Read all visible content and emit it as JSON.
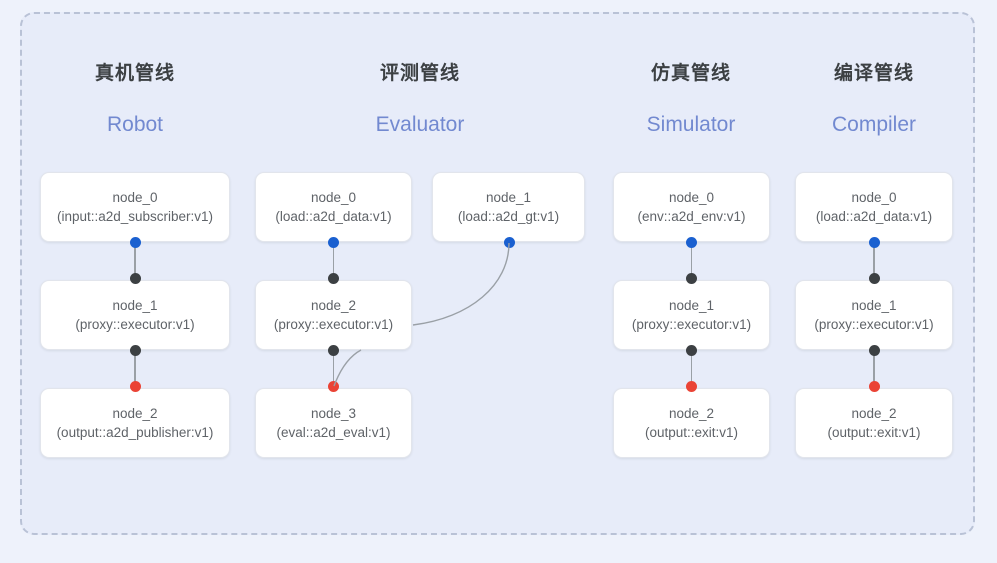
{
  "theme": {
    "page_background": "#eef2fb",
    "frame_background": "#e7ecf9",
    "frame_border": "#b9c2d6",
    "node_background": "#ffffff",
    "node_border": "#e2e5ec",
    "node_text": "#5f6368",
    "header_zh_color": "#3c4043",
    "header_en_color": "#7289d0",
    "dot_input_color": "#1a60d0",
    "dot_link_color": "#3c4043",
    "dot_output_color": "#ea4335",
    "edge_color": "#9aa0a6"
  },
  "columns": [
    {
      "zh": "真机管线",
      "en": "Robot",
      "nodes": [
        {
          "title": "node_0",
          "sub": "(input::a2d_subscriber:v1)"
        },
        {
          "title": "node_1",
          "sub": "(proxy::executor:v1)"
        },
        {
          "title": "node_2",
          "sub": "(output::a2d_publisher:v1)"
        }
      ]
    },
    {
      "zh": "评测管线",
      "en": "Evaluator",
      "nodes": [
        {
          "title": "node_0",
          "sub": "(load::a2d_data:v1)"
        },
        {
          "title": "node_1",
          "sub": "(load::a2d_gt:v1)"
        },
        {
          "title": "node_2",
          "sub": "(proxy::executor:v1)"
        },
        {
          "title": "node_3",
          "sub": "(eval::a2d_eval:v1)"
        }
      ]
    },
    {
      "zh": "仿真管线",
      "en": "Simulator",
      "nodes": [
        {
          "title": "node_0",
          "sub": "(env::a2d_env:v1)"
        },
        {
          "title": "node_1",
          "sub": "(proxy::executor:v1)"
        },
        {
          "title": "node_2",
          "sub": "(output::exit:v1)"
        }
      ]
    },
    {
      "zh": "编译管线",
      "en": "Compiler",
      "nodes": [
        {
          "title": "node_0",
          "sub": "(load::a2d_data:v1)"
        },
        {
          "title": "node_1",
          "sub": "(proxy::executor:v1)"
        },
        {
          "title": "node_2",
          "sub": "(output::exit:v1)"
        }
      ]
    }
  ]
}
